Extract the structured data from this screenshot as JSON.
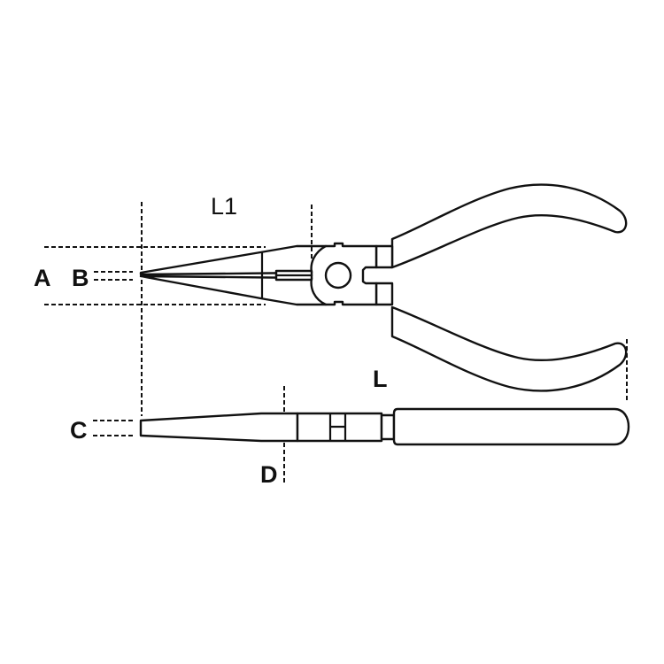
{
  "diagram": {
    "subject": "Long nose pliers technical drawing",
    "views": [
      "top view (jaws and handles)",
      "side view"
    ],
    "colors": {
      "line": "#111111",
      "background": "#ffffff"
    },
    "dimension_labels": {
      "A": "A",
      "B": "B",
      "L1": "L1",
      "L": "L",
      "C": "C",
      "D": "D"
    }
  }
}
